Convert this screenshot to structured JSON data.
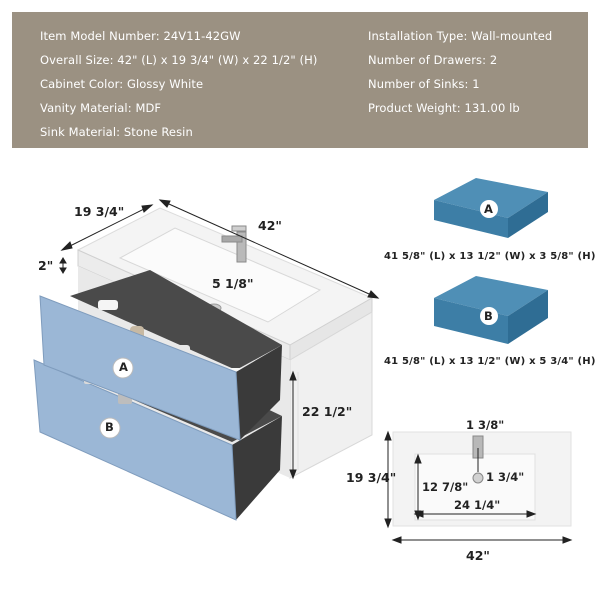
{
  "specs": {
    "left": [
      {
        "label": "Item Model Number",
        "value": "24V11-42GW"
      },
      {
        "label": "Overall Size",
        "value": "42\" (L) x 19 3/4\" (W) x 22 1/2\" (H)"
      },
      {
        "label": "Cabinet Color",
        "value": "Glossy White"
      },
      {
        "label": "Vanity Material",
        "value": "MDF"
      },
      {
        "label": "Sink Material",
        "value": "Stone Resin"
      }
    ],
    "right": [
      {
        "label": "Installation Type",
        "value": "Wall-mounted"
      },
      {
        "label": "Number of Drawers",
        "value": "2"
      },
      {
        "label": "Number of Sinks",
        "value": "1"
      },
      {
        "label": "Product Weight",
        "value": "131.00 lb"
      }
    ]
  },
  "main_dims": {
    "depth": "19 3/4\"",
    "width": "42\"",
    "top_thickness": "2\"",
    "basin_depth": "5 1/8\"",
    "height": "22 1/2\""
  },
  "drawer_labels": {
    "a": "A",
    "b": "B"
  },
  "drawer_boxes": {
    "a": {
      "label": "A",
      "caption": "41 5/8\" (L) x 13 1/2\" (W) x 3 5/8\" (H)"
    },
    "b": {
      "label": "B",
      "caption": "41 5/8\" (L) x 13 1/2\" (W) x 5 3/4\" (H)"
    }
  },
  "top_view": {
    "faucet_offset": "1 3/8\"",
    "drain_offset": "1 3/4\"",
    "basin_depth": "12 7/8\"",
    "basin_width": "24 1/4\"",
    "overall_depth": "19 3/4\"",
    "overall_width": "42\""
  },
  "colors": {
    "panel": "#9b9182",
    "drawer_blue": "#9bb7d6",
    "box_blue": "#3d7ea6",
    "box_top": "#4f8fb6",
    "cabinet": "#f2f2f2"
  }
}
